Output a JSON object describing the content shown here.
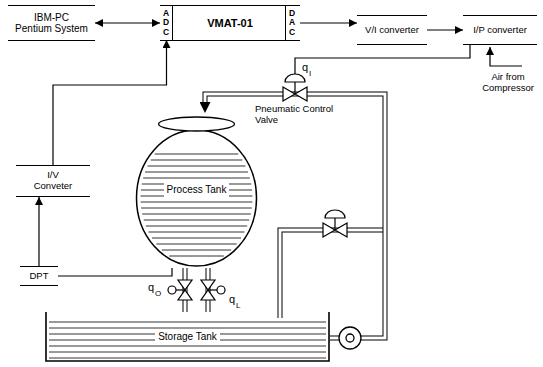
{
  "diagram": {
    "nodes": [
      {
        "text": [
          "IBM-PC Pentium System"
        ]
      },
      {
        "text": [
          "VMAT-01"
        ]
      },
      {
        "text": [
          "ADC"
        ],
        "in": 1
      },
      {
        "text": [
          "DAC"
        ],
        "in": 1
      },
      {
        "text": [
          "V/I converter"
        ]
      },
      {
        "text": [
          "I/P converter"
        ]
      },
      {
        "text": [
          "Process Tank"
        ]
      },
      {
        "text": [
          "I/V Conveter"
        ]
      },
      {
        "text": [
          "DPT"
        ]
      },
      {
        "text": [
          "Storage Tank"
        ]
      }
    ],
    "edges": [
      {
        "from": 0,
        "to": 2,
        "arrow": "both"
      },
      {
        "from": 3,
        "to": 4,
        "arrow": "to"
      },
      {
        "from": 4,
        "to": 5,
        "arrow": "to"
      },
      {
        "from": 8,
        "to": 7,
        "arrow": "to"
      },
      {
        "from": 7,
        "to": 2,
        "arrow": "to"
      },
      {
        "from": 8,
        "to": 6,
        "arrow": "none"
      },
      {
        "from": 9,
        "to": 6,
        "arrow": "to"
      },
      {
        "from": 6,
        "to": 9,
        "arrow": "none"
      },
      {
        "from": 6,
        "to": 9,
        "arrow": "none"
      }
    ],
    "labels": [
      "q",
      "I",
      "Air from Compressor",
      "Pneumatic Control Valve",
      "q",
      "O",
      "q",
      "L"
    ]
  }
}
